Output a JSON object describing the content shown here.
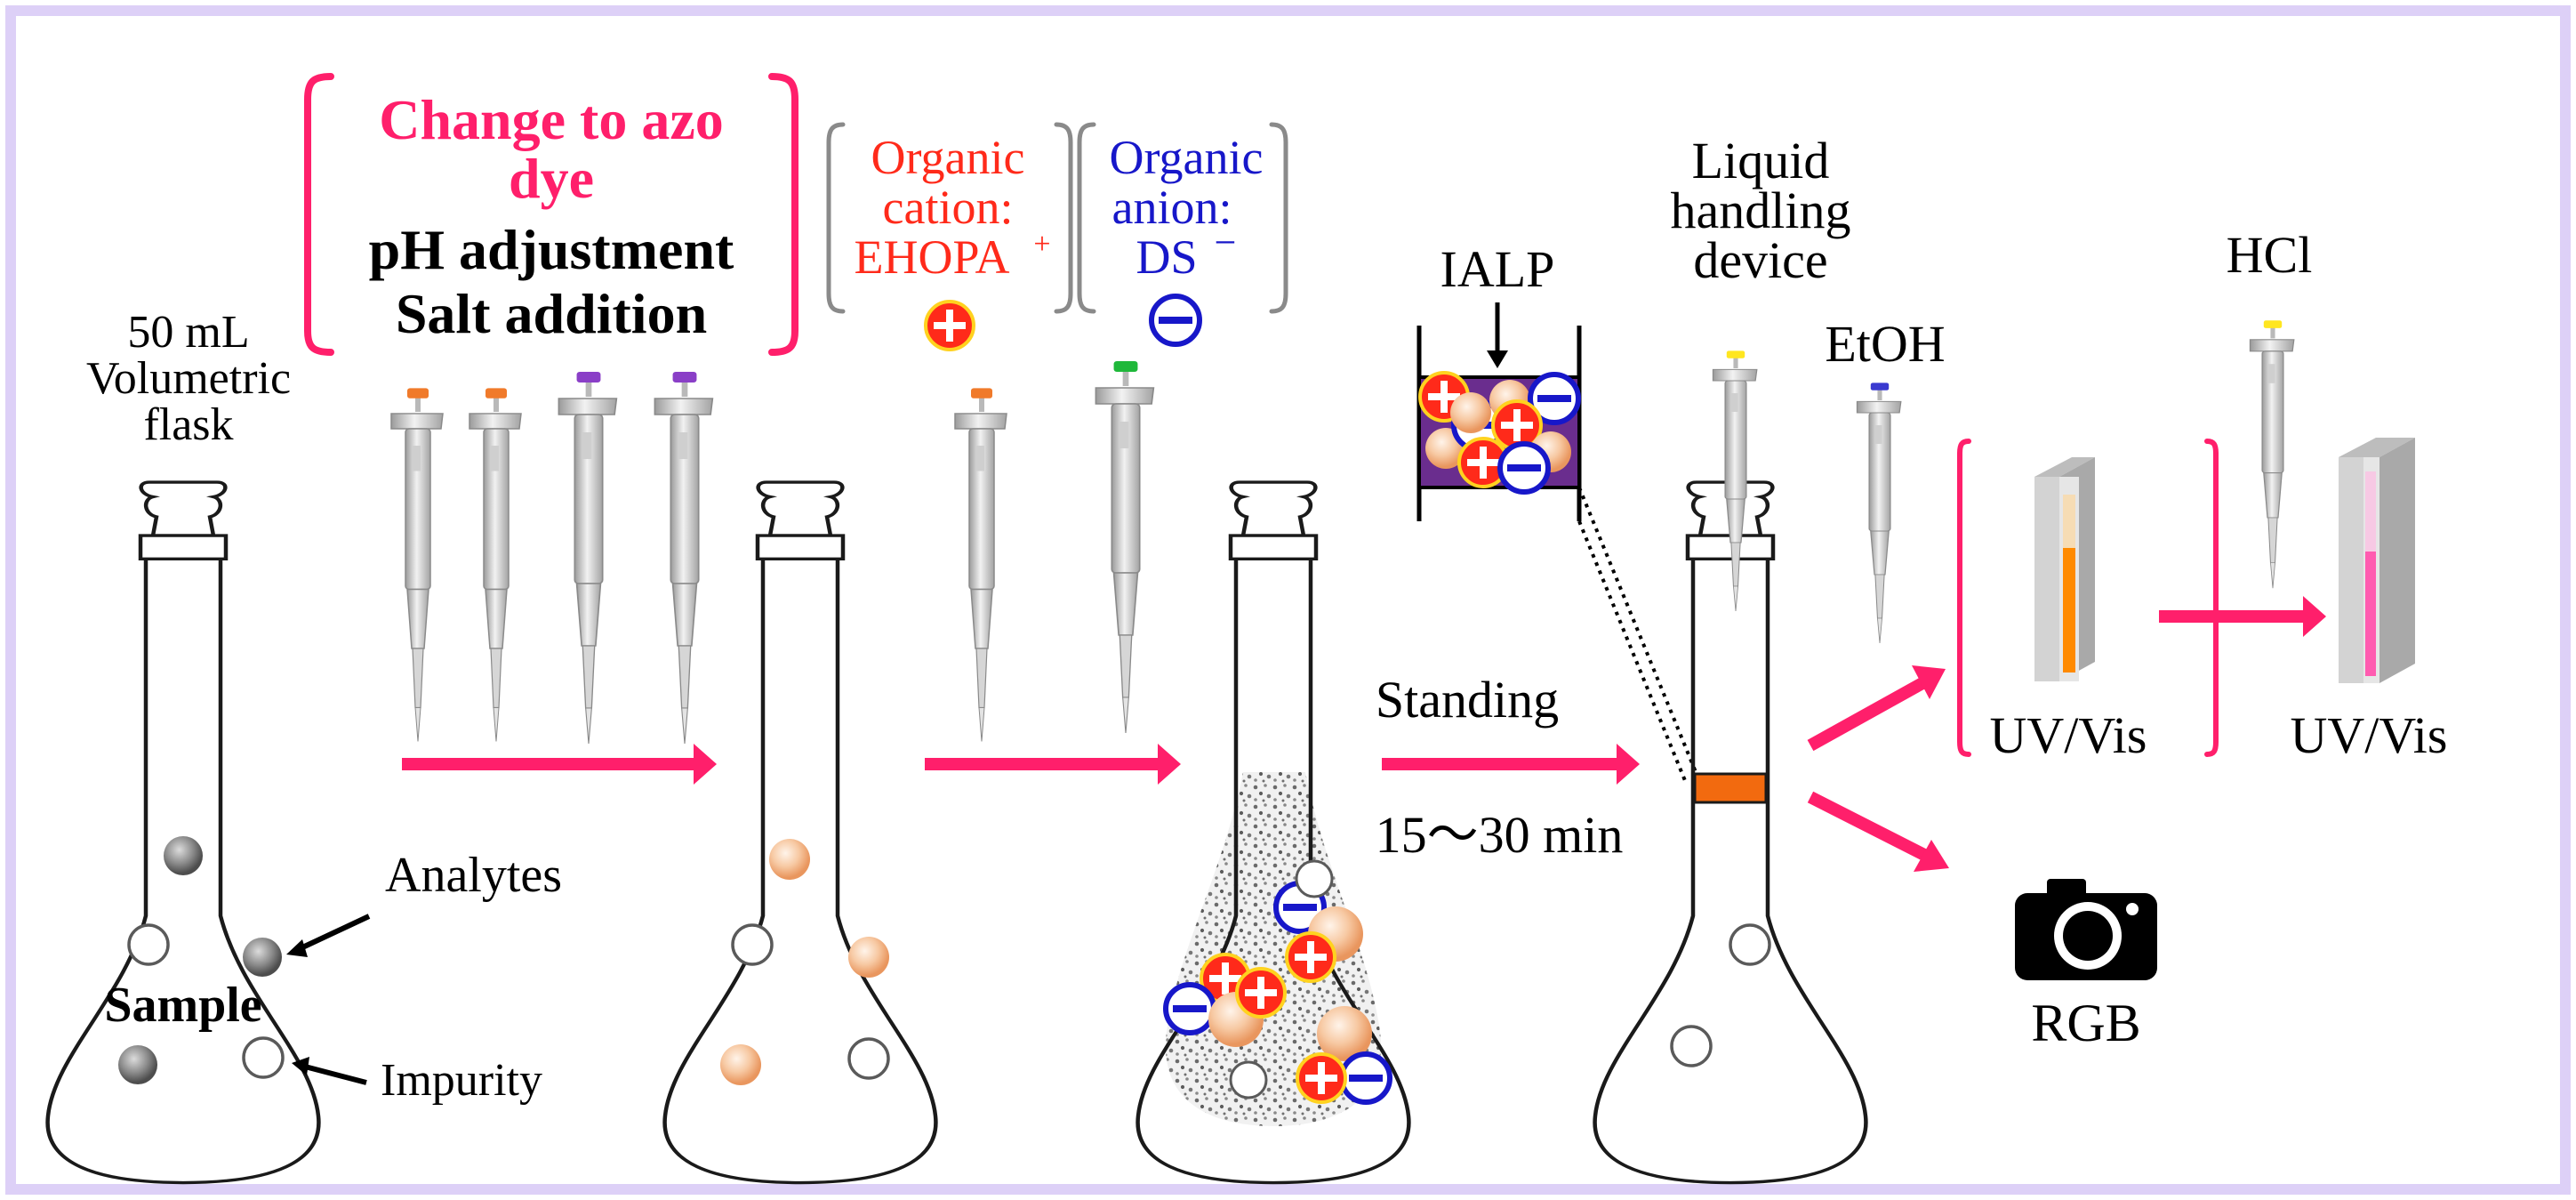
{
  "labels": {
    "step1_line1": "Change to azo",
    "step1_line2": "dye",
    "step1_line3": "pH adjustment",
    "step1_line4": "Salt addition",
    "flask_line1": "50 mL",
    "flask_line2": "Volumetric",
    "flask_line3": "flask",
    "sample": "Sample",
    "analytes": "Analytes",
    "impurity": "Impurity",
    "cation_line1": "Organic",
    "cation_line2": "cation:",
    "cation_line3": "EHOPA",
    "cation_sup": "+",
    "anion_line1": "Organic",
    "anion_line2": "anion:",
    "anion_line3": "DS",
    "anion_sup": "−",
    "ialp": "IALP",
    "standing": "Standing",
    "time": "15～30 min",
    "device_line1": "Liquid",
    "device_line2": "handling",
    "device_line3": "device",
    "etoh": "EtOH",
    "hcl": "HCl",
    "uvvis_1": "UV/Vis",
    "uvvis_2": "UV/Vis",
    "rgb": "RGB"
  },
  "icons": {
    "cation": "plus-in-red-circle-icon",
    "anion": "minus-in-blue-circle-icon",
    "camera": "camera-icon",
    "pipette": "micropipette-icon",
    "flask": "volumetric-flask-icon",
    "cuvette": "cuvette-icon"
  },
  "colors": {
    "frame": "#ddd0f7",
    "arrow": "#ff1f6b",
    "accent_text": "#ff1f6b",
    "cation": "#ff2a1a",
    "anion": "#1717c9",
    "ialp_layer": "#f26a0f",
    "cuvette_fill_1": "#ff8a00",
    "cuvette_fill_2": "#ff5bb0"
  }
}
